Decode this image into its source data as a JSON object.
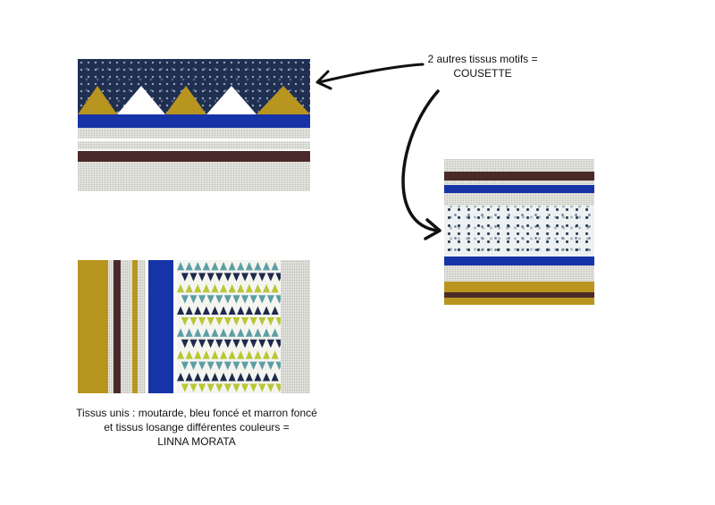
{
  "captions": {
    "top_right_line1": "2 autres tissus motifs =",
    "top_right_line2": "COUSETTE",
    "bottom_left_line1": "Tissus unis : moutarde, bleu foncé et marron foncé",
    "bottom_left_line2": "et tissus losange différentes couleurs =",
    "bottom_left_line3": "LINNA MORATA"
  },
  "colors": {
    "mustard": "#b8951f",
    "royal_blue": "#1733a8",
    "dark_brown": "#4a2a28",
    "navy": "#1f2f52",
    "linen": "#d9d9d2",
    "triangle_teal": "#5d9ea6",
    "triangle_lime": "#b9c638",
    "triangle_navy": "#1e2b4c"
  },
  "icons": {
    "arrow_left": "curved-arrow-left-icon",
    "arrow_down": "curved-arrow-down-icon"
  }
}
